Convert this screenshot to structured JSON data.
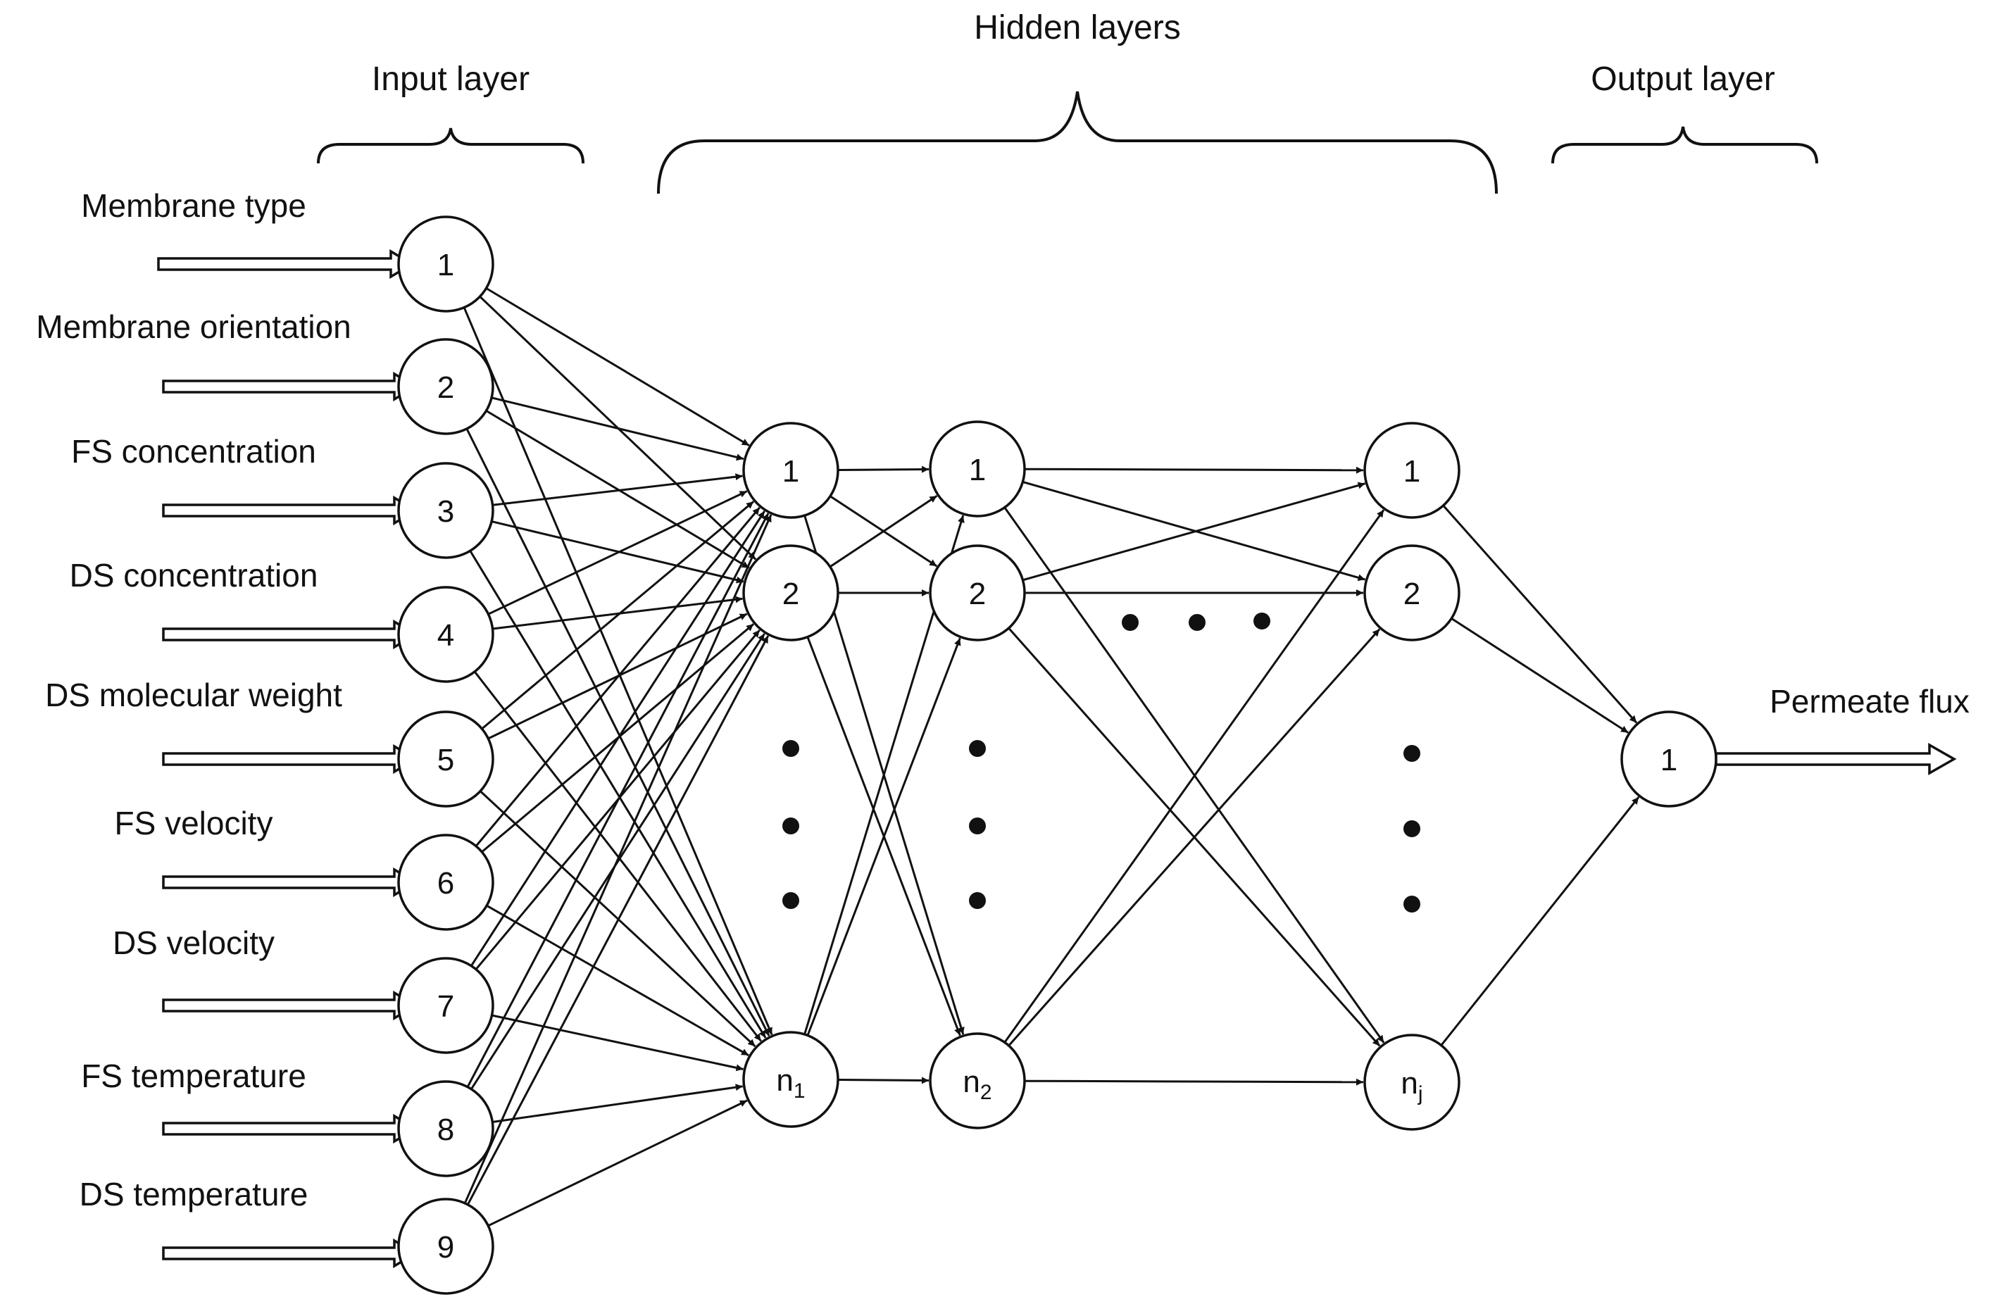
{
  "layer_titles": {
    "input": "Input layer",
    "hidden": "Hidden layers",
    "output": "Output layer"
  },
  "inputs": [
    {
      "label": "Membrane type",
      "node": "1"
    },
    {
      "label": "Membrane orientation",
      "node": "2"
    },
    {
      "label": "FS concentration",
      "node": "3"
    },
    {
      "label": "DS concentration",
      "node": "4"
    },
    {
      "label": "DS molecular weight",
      "node": "5"
    },
    {
      "label": "FS velocity",
      "node": "6"
    },
    {
      "label": "DS velocity",
      "node": "7"
    },
    {
      "label": "FS temperature",
      "node": "8"
    },
    {
      "label": "DS temperature",
      "node": "9"
    }
  ],
  "hidden_layers": [
    {
      "nodes": [
        "1",
        "2"
      ],
      "last": {
        "base": "n",
        "sub": "1"
      }
    },
    {
      "nodes": [
        "1",
        "2"
      ],
      "last": {
        "base": "n",
        "sub": "2"
      }
    },
    {
      "nodes": [
        "1",
        "2"
      ],
      "last": {
        "base": "n",
        "sub": "j"
      }
    }
  ],
  "output": {
    "node": "1",
    "label": "Permeate flux"
  },
  "colors": {
    "stroke": "#111111",
    "fill": "#ffffff",
    "text": "#111111"
  }
}
